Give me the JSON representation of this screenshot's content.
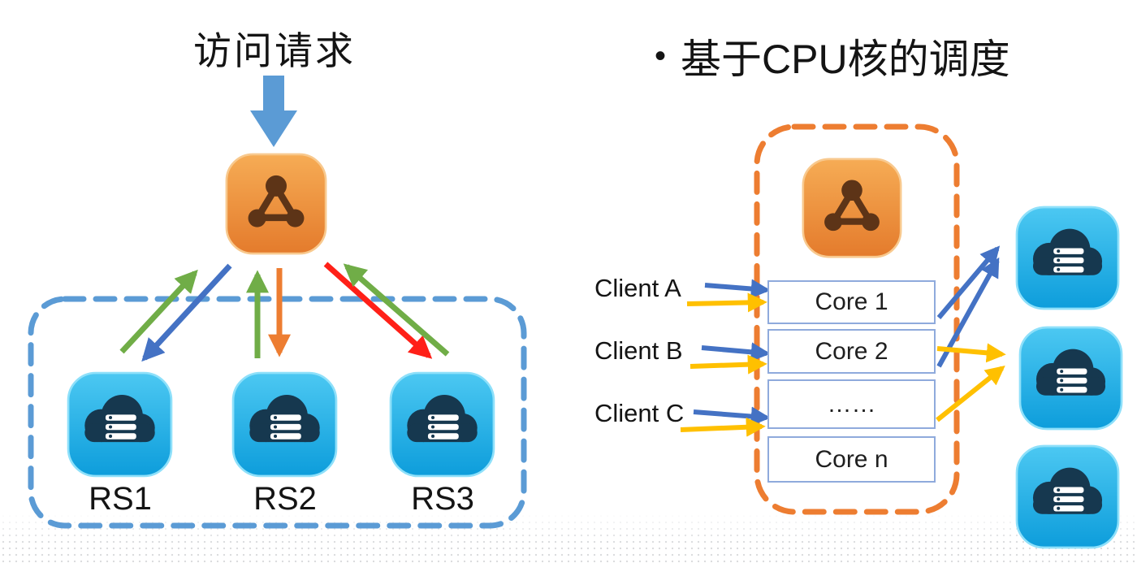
{
  "left": {
    "title": "访问请求",
    "servers": [
      {
        "label": "RS1"
      },
      {
        "label": "RS2"
      },
      {
        "label": "RS3"
      }
    ]
  },
  "right": {
    "bullet": "•",
    "title": "基于CPU核的调度",
    "clients": [
      {
        "label": "Client A"
      },
      {
        "label": "Client B"
      },
      {
        "label": "Client C"
      }
    ],
    "cores": [
      {
        "label": "Core 1"
      },
      {
        "label": "Core 2"
      },
      {
        "label": "……"
      },
      {
        "label": "Core n"
      }
    ]
  },
  "icons": {
    "load_balancer": "load-balancer-network-icon",
    "server": "cloud-server-icon"
  },
  "colors": {
    "request_arrow_blue": "#5b9bd5",
    "flow_blue": "#4472c4",
    "flow_green": "#70ad47",
    "flow_orange": "#ed7d31",
    "flow_red": "#ff2018",
    "flow_yellow": "#ffc000",
    "dashed_box_blue": "#5b9bd5",
    "dashed_box_orange": "#ed7d31",
    "core_box_border": "#8faadc",
    "lb_icon_orange": "#ec8b3e",
    "server_icon_blue": "#28b7e8",
    "glyph_brown": "#5d3417",
    "glyph_navy": "#16384f"
  }
}
